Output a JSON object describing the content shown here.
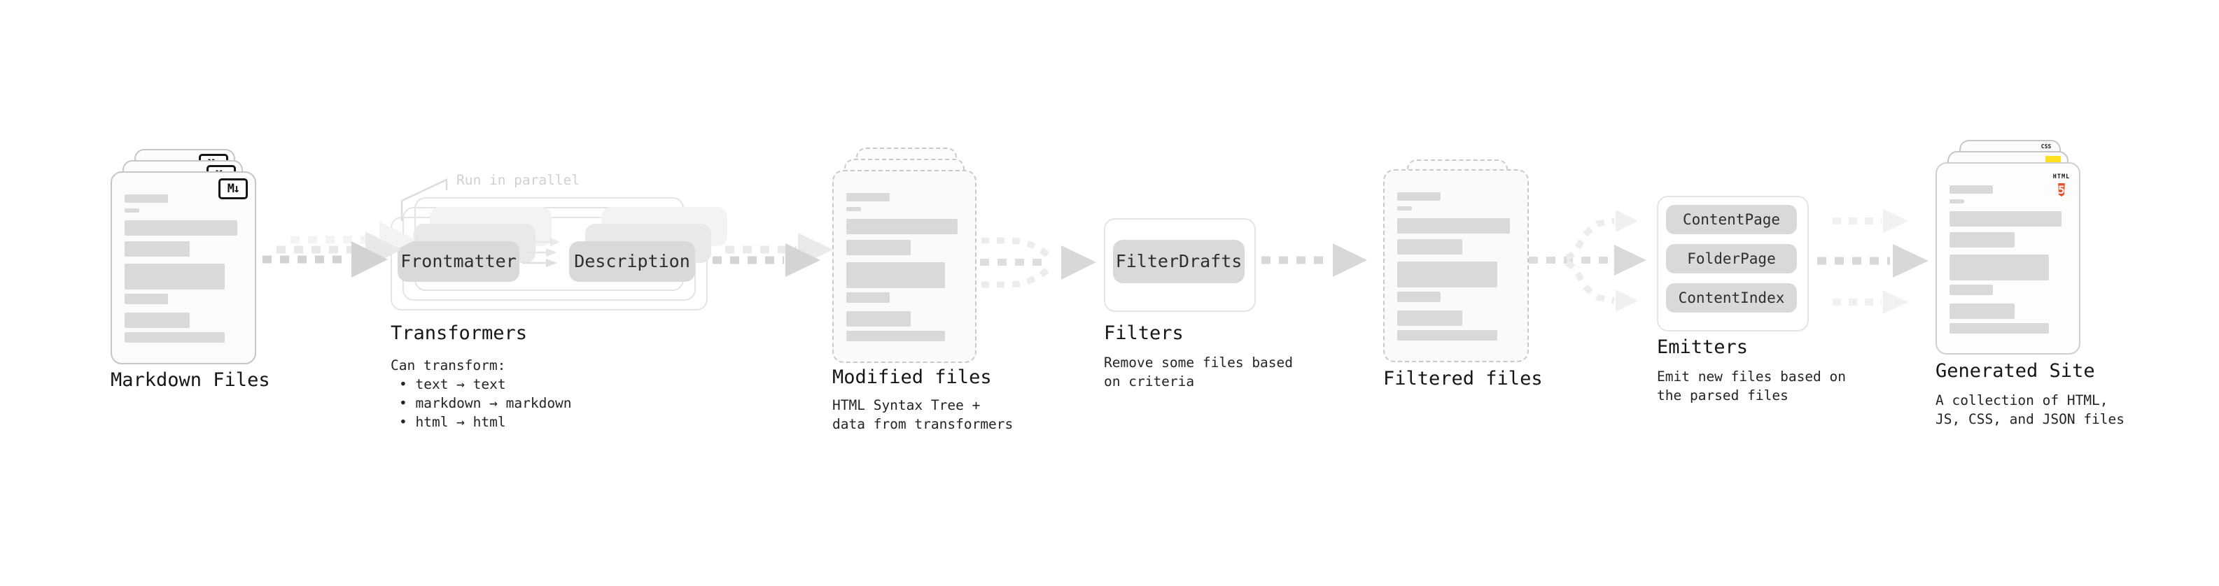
{
  "diagram": {
    "stage_markdown": {
      "label": "Markdown Files",
      "badge": "M↓"
    },
    "stage_transformers": {
      "label": "Transformers",
      "callout": "Run in parallel",
      "pill_frontmatter": "Frontmatter",
      "pill_description": "Description",
      "body": [
        "Can transform:",
        "• text → text",
        "• markdown → markdown",
        "• html → html"
      ]
    },
    "stage_modified": {
      "label": "Modified files",
      "body": [
        "HTML Syntax Tree +",
        "data from transformers"
      ]
    },
    "stage_filters": {
      "label": "Filters",
      "pill": "FilterDrafts",
      "body": [
        "Remove some files based",
        "on criteria"
      ]
    },
    "stage_filtered": {
      "label": "Filtered files"
    },
    "stage_emitters": {
      "label": "Emitters",
      "pills": [
        "ContentPage",
        "FolderPage",
        "ContentIndex"
      ],
      "body": [
        "Emit new files based on",
        "the parsed files"
      ]
    },
    "stage_generated": {
      "label": "Generated Site",
      "badge_css": "CSS",
      "badge_html_top": "HTML",
      "badge_html_number": "5",
      "body": [
        "A collection of HTML,",
        "JS, CSS, and JSON files"
      ]
    },
    "colors": {
      "pill_gray": "#d9d9d9",
      "arrow_gray": "#d3d3d3",
      "accent_blue": "#2a66e8",
      "accent_yellow": "#ffdf1e",
      "accent_orange": "#e8502a"
    }
  }
}
